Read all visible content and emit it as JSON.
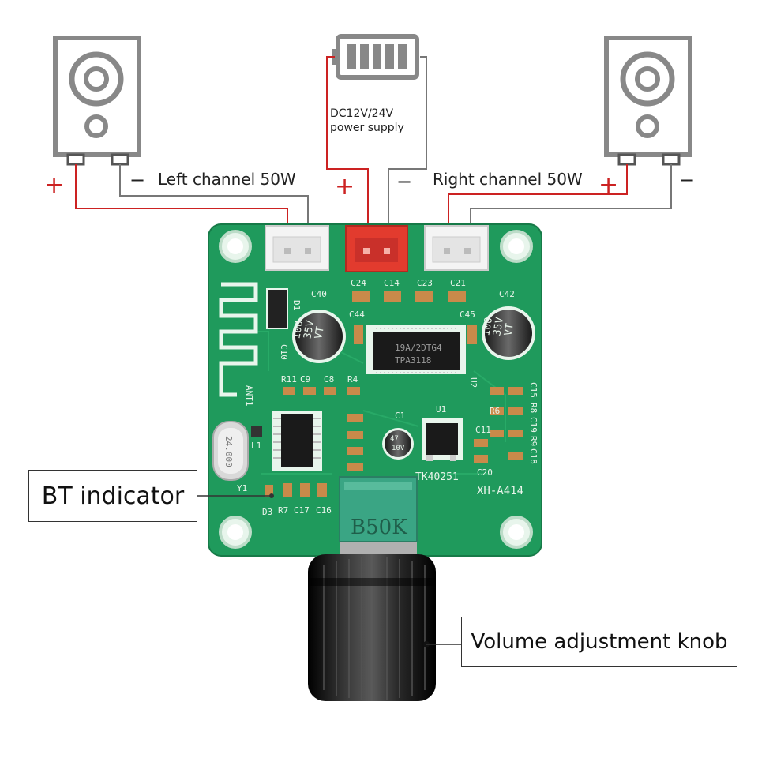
{
  "labels": {
    "left_channel": "Left channel 50W",
    "right_channel": "Right channel 50W",
    "power_supply_line1": "DC12V/24V",
    "power_supply_line2": "power supply",
    "plus": "+",
    "minus": "−",
    "bt_indicator": "BT indicator",
    "volume_knob": "Volume adjustment knob"
  },
  "board": {
    "model": "XH-A414",
    "amp_chip_line1": "19A/2DTG4",
    "amp_chip_line2": "TPA3118",
    "regulator": "TK40251",
    "crystal": "24.000",
    "potentiometer": "B50K",
    "cap_large_line1": "100",
    "cap_large_line2": "35V",
    "cap_large_line3": "VT",
    "cap_small_line1": "47",
    "cap_small_line2": "10V",
    "silk": {
      "c24": "C24",
      "c14": "C14",
      "c23": "C23",
      "c21": "C21",
      "c40": "C40",
      "c42": "C42",
      "c44": "C44",
      "c45": "C45",
      "d1": "D1",
      "c10": "C10",
      "ant1": "ANT1",
      "r11": "R11",
      "c9": "C9",
      "c8": "C8",
      "r4": "R4",
      "u2": "U2",
      "c1": "C1",
      "u1": "U1",
      "c15": "C15",
      "r8": "R8",
      "c19": "C19",
      "r9": "R9",
      "c18": "C18",
      "r6": "R6",
      "c11": "C11",
      "c20": "C20",
      "l1": "L1",
      "y1": "Y1",
      "d3": "D3",
      "r7": "R7",
      "c17": "C17",
      "c16": "C16"
    }
  },
  "colors": {
    "pcb_green": "#1f9a5c",
    "wire_red": "#cc2222",
    "wire_grey": "#777777",
    "speaker_grey": "#888888",
    "connector_white": "#f4f4f4",
    "connector_red": "#e23b2e",
    "pot_green": "#3aa584",
    "knob_black": "#151515"
  },
  "icons": [
    "left-speaker-icon",
    "right-speaker-icon",
    "battery-icon"
  ]
}
